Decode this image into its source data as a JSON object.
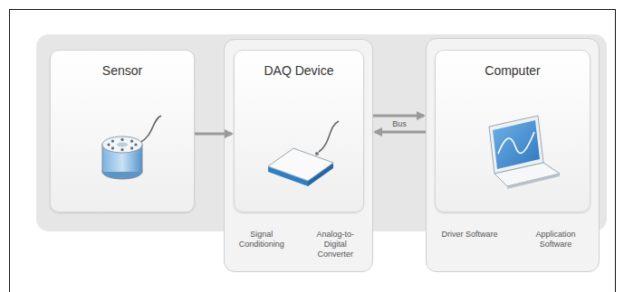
{
  "diagram": {
    "nodes": [
      {
        "text": [
          "Sensor"
        ]
      },
      {
        "text": [
          "Signal Conditioning",
          "Analog-to-Digital Converter"
        ]
      },
      {
        "text": [
          "DAQ Device"
        ],
        "in": 1
      },
      {
        "text": [
          "Driver Software",
          "Application Software"
        ]
      },
      {
        "text": [
          "Computer"
        ],
        "in": 3
      }
    ],
    "edges": [
      {
        "from": 0,
        "to": 2,
        "arrow": "to"
      },
      {
        "from": 1,
        "to": 3,
        "arrow": "to",
        "label": "Bus"
      },
      {
        "from": 3,
        "to": 1,
        "arrow": "to"
      }
    ]
  }
}
